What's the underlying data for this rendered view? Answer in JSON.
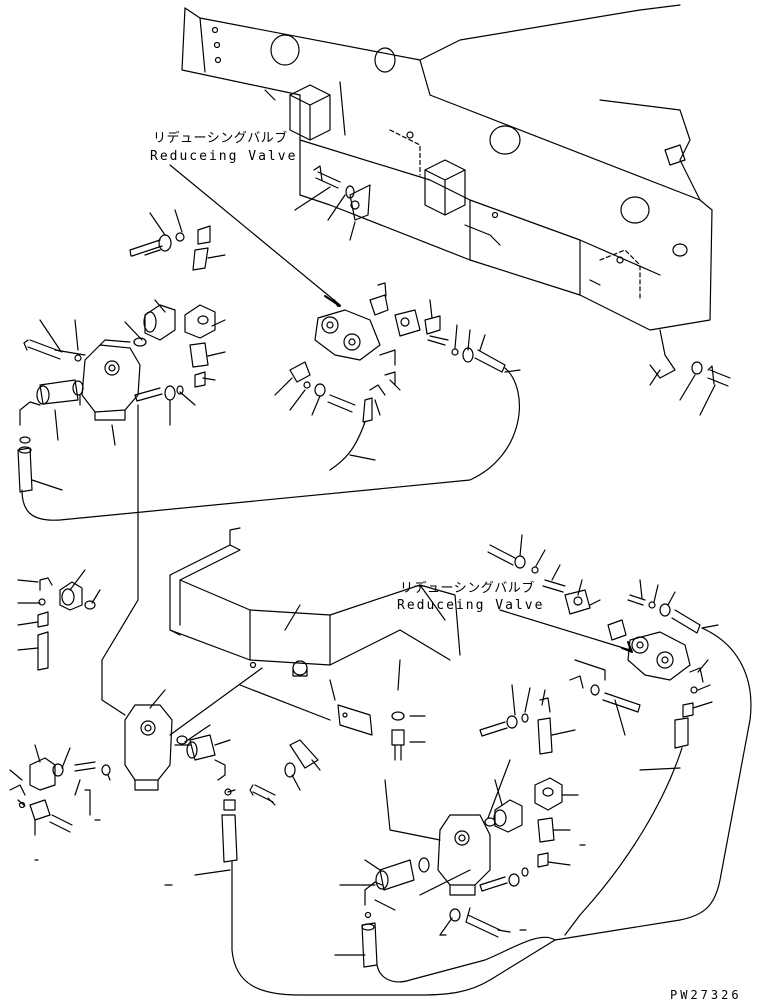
{
  "callouts": [
    {
      "jp": "リデューシングバルブ",
      "en": "Reduceing Valve"
    },
    {
      "jp": "リデューシングバルブ",
      "en": "Reduceing Valve"
    }
  ],
  "drawing_code": "PW27326",
  "colors": {
    "ink": "#000000",
    "paper": "#ffffff"
  }
}
